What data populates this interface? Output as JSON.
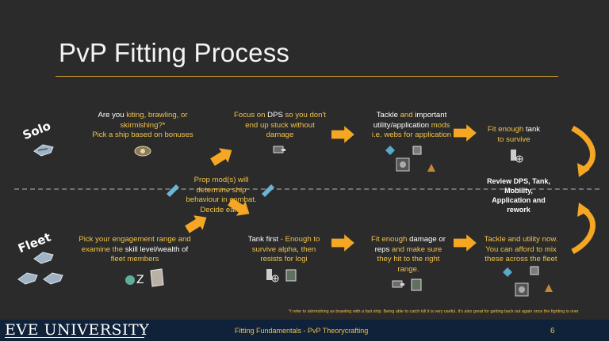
{
  "slide": {
    "title": "PvP Fitting Process",
    "footer_title": "Fitting Fundamentals - PvP Theorycrafting",
    "page_number": "6",
    "logo": "EVE UNIVERSITY"
  },
  "rows": {
    "solo": "Solo",
    "fleet": "Fleet"
  },
  "solo_steps": {
    "step1_a": "Are you ",
    "step1_b": "kiting, brawling, or",
    "step1_c": "skirmishing?*",
    "step1_d": "Pick a ship based on bonuses",
    "step2_a": "Focus on ",
    "step2_b": "DPS",
    "step2_c": " so you don't",
    "step2_d": "end up stuck without",
    "step2_e": "damage",
    "step3_a": "Tackle",
    "step3_b": " and ",
    "step3_c": "important",
    "step3_d": "utility/application",
    "step3_e": " mods",
    "step3_f": "i.e. webs for application",
    "step4_a": "Fit enough ",
    "step4_b": "tank",
    "step4_c": "to survive"
  },
  "middle": {
    "prop_line1": "Prop mod(s) will",
    "prop_line2": "determine ship",
    "prop_line3": "behaviour in combat.",
    "prop_line4": "Decide early",
    "review_line1": "Review DPS, Tank,",
    "review_line2": "Mobility,",
    "review_line3": "Application and",
    "review_line4": "rework"
  },
  "fleet_steps": {
    "step1_a": "Pick your engagement range and",
    "step1_b": "examine the ",
    "step1_c": "skill level/wealth of",
    "step1_d": "fleet members",
    "step2_a": "Tank first",
    "step2_b": " - Enough to",
    "step2_c": "survive alpha, then",
    "step2_d": "resists for logi",
    "step3_a": "Fit enough ",
    "step3_b": "damage or",
    "step3_c": "reps",
    "step3_d": " and make sure",
    "step3_e": "they hit to the right",
    "step3_f": "range.",
    "step4_a": "Tackle and utility now.",
    "step4_b": "You can afford to mix",
    "step4_c": "these across the fleet"
  },
  "footnote": "*I refer to skirmishing as brawling with a fast ship. Being able to catch kill it is very useful. It's also great for getting back out again once the fighting is over",
  "colors": {
    "accent": "#f2c24a",
    "arrow": "#f5a623",
    "footer": "#10213a"
  }
}
